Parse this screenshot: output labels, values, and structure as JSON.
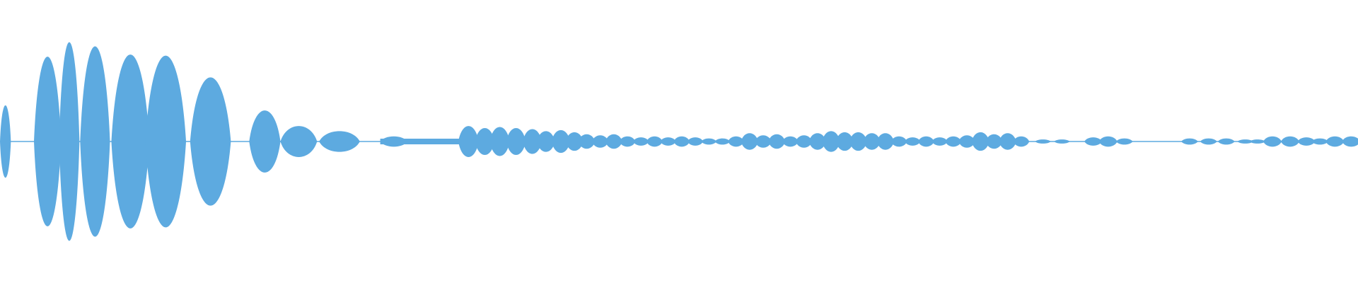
{
  "waveform": {
    "color": "#5DAAE0",
    "background": "#FFFFFF",
    "amplitude_envelope": [
      [
        0.0,
        0.28
      ],
      [
        0.004,
        0.35
      ],
      [
        0.008,
        0.22
      ],
      [
        0.012,
        0.18
      ],
      [
        0.016,
        0.14
      ],
      [
        0.02,
        0.2
      ],
      [
        0.025,
        0.3
      ],
      [
        0.035,
        0.82
      ],
      [
        0.045,
        0.1
      ],
      [
        0.051,
        0.96
      ],
      [
        0.06,
        0.1
      ],
      [
        0.07,
        0.92
      ],
      [
        0.082,
        0.1
      ],
      [
        0.096,
        0.84
      ],
      [
        0.11,
        0.1
      ],
      [
        0.122,
        0.83
      ],
      [
        0.14,
        0.1
      ],
      [
        0.155,
        0.62
      ],
      [
        0.17,
        0.1
      ],
      [
        0.182,
        0.25
      ],
      [
        0.195,
        0.3
      ],
      [
        0.205,
        0.1
      ],
      [
        0.22,
        0.15
      ],
      [
        0.232,
        0.08
      ],
      [
        0.25,
        0.1
      ],
      [
        0.262,
        0.04
      ],
      [
        0.28,
        0.03
      ],
      [
        0.29,
        0.05
      ],
      [
        0.3,
        0.02
      ]
    ],
    "lobes_mid": [
      [
        0.345,
        0.15
      ],
      [
        0.357,
        0.13
      ],
      [
        0.368,
        0.14
      ],
      [
        0.38,
        0.13
      ],
      [
        0.392,
        0.12
      ],
      [
        0.402,
        0.1
      ],
      [
        0.413,
        0.11
      ],
      [
        0.423,
        0.09
      ],
      [
        0.432,
        0.07
      ],
      [
        0.442,
        0.06
      ],
      [
        0.452,
        0.07
      ],
      [
        0.462,
        0.05
      ],
      [
        0.472,
        0.04
      ],
      [
        0.482,
        0.05
      ],
      [
        0.492,
        0.04
      ],
      [
        0.502,
        0.05
      ],
      [
        0.512,
        0.04
      ],
      [
        0.522,
        0.03
      ],
      [
        0.532,
        0.03
      ],
      [
        0.542,
        0.05
      ],
      [
        0.552,
        0.08
      ],
      [
        0.562,
        0.06
      ],
      [
        0.572,
        0.07
      ],
      [
        0.582,
        0.05
      ],
      [
        0.592,
        0.06
      ],
      [
        0.602,
        0.08
      ],
      [
        0.612,
        0.1
      ],
      [
        0.622,
        0.09
      ],
      [
        0.632,
        0.09
      ],
      [
        0.642,
        0.08
      ],
      [
        0.652,
        0.08
      ],
      [
        0.662,
        0.05
      ],
      [
        0.672,
        0.04
      ],
      [
        0.682,
        0.05
      ],
      [
        0.692,
        0.04
      ],
      [
        0.702,
        0.05
      ],
      [
        0.712,
        0.06
      ],
      [
        0.722,
        0.09
      ],
      [
        0.732,
        0.07
      ],
      [
        0.742,
        0.08
      ],
      [
        0.752,
        0.05
      ]
    ],
    "lobes_tail": [
      [
        0.768,
        0.02
      ],
      [
        0.782,
        0.02
      ],
      [
        0.805,
        0.04
      ],
      [
        0.816,
        0.05
      ],
      [
        0.828,
        0.03
      ],
      [
        0.876,
        0.03
      ],
      [
        0.89,
        0.03
      ],
      [
        0.903,
        0.03
      ],
      [
        0.917,
        0.02
      ],
      [
        0.926,
        0.02
      ],
      [
        0.937,
        0.05
      ],
      [
        0.95,
        0.05
      ],
      [
        0.962,
        0.04
      ],
      [
        0.972,
        0.03
      ],
      [
        0.983,
        0.05
      ],
      [
        0.995,
        0.05
      ]
    ]
  }
}
